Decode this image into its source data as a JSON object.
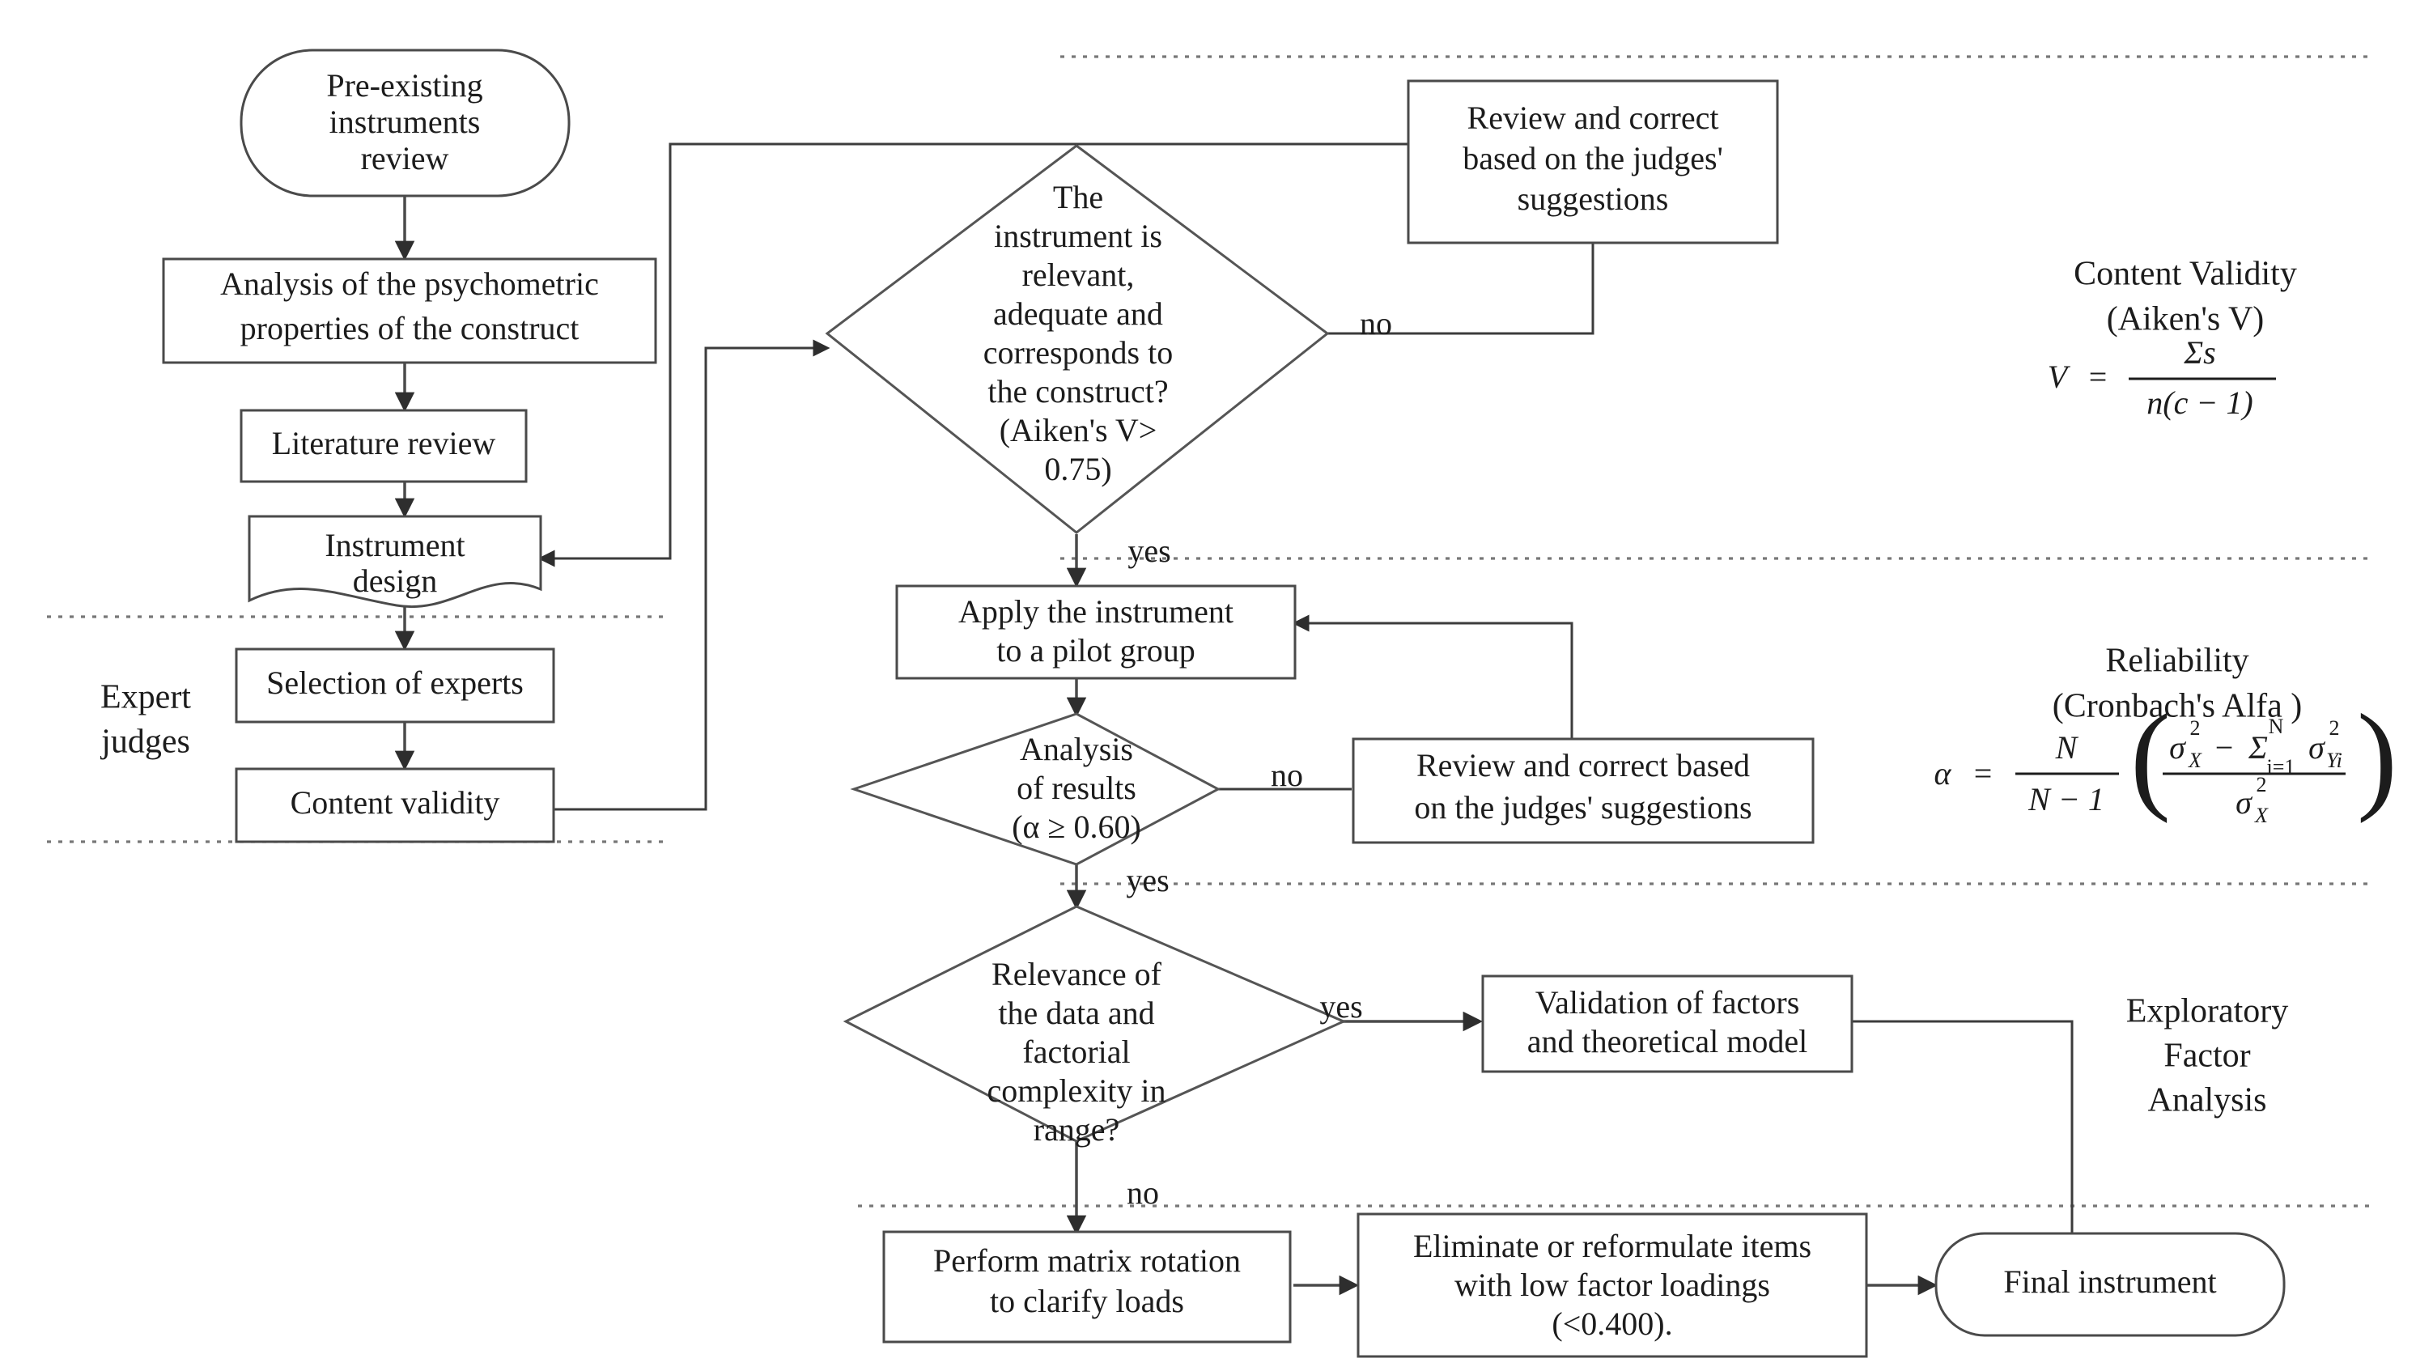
{
  "diagram": {
    "title": "Instrument validation process flowchart",
    "background_color": "#ffffff",
    "stroke_color": "#4a4a4a",
    "text_color": "#1c1c1c"
  },
  "nodes": {
    "pre_existing_review": {
      "shape": "stadium",
      "lines": [
        "Pre-existing",
        "instruments",
        "review"
      ]
    },
    "psychometric_analysis": {
      "shape": "rect",
      "lines": [
        "Analysis of the psychometric",
        "properties of the construct"
      ]
    },
    "literature_review": {
      "shape": "rect",
      "lines": [
        "Literature review"
      ]
    },
    "instrument_design": {
      "shape": "document",
      "lines": [
        "Instrument",
        "design"
      ]
    },
    "selection_of_experts": {
      "shape": "rect",
      "lines": [
        "Selection of experts"
      ]
    },
    "content_validity": {
      "shape": "rect",
      "lines": [
        "Content validity"
      ]
    },
    "decision_relevant": {
      "shape": "diamond",
      "lines": [
        "The",
        "instrument is",
        "relevant,",
        "adequate and",
        "corresponds to",
        "the construct?",
        "(Aiken's V>",
        "0.75)"
      ]
    },
    "review_correct_judges_top": {
      "shape": "rect",
      "lines": [
        "Review and correct",
        "based on the judges'",
        "suggestions"
      ]
    },
    "apply_pilot": {
      "shape": "rect",
      "lines": [
        "Apply the instrument",
        "to a pilot group"
      ]
    },
    "decision_results": {
      "shape": "diamond",
      "lines": [
        "Analysis",
        "of results",
        "(α ≥ 0.60)"
      ]
    },
    "review_correct_judges_mid": {
      "shape": "rect",
      "lines": [
        "Review and correct based",
        "on the judges' suggestions"
      ]
    },
    "decision_factorial": {
      "shape": "diamond",
      "lines": [
        "Relevance of",
        "the data and",
        "factorial",
        "complexity in",
        "range?"
      ]
    },
    "validation_factors": {
      "shape": "rect",
      "lines": [
        "Validation of factors",
        "and theoretical model"
      ]
    },
    "matrix_rotation": {
      "shape": "rect",
      "lines": [
        "Perform matrix rotation",
        "to clarify loads"
      ]
    },
    "eliminate_items": {
      "shape": "rect",
      "lines": [
        "Eliminate or reformulate items",
        "with low factor loadings",
        "(<0.400)."
      ]
    },
    "final_instrument": {
      "shape": "stadium",
      "lines": [
        "Final instrument"
      ]
    }
  },
  "edge_labels": {
    "no_top": "no",
    "yes_top": "yes",
    "no_mid": "no",
    "yes_mid": "yes",
    "yes_factor": "yes",
    "no_factor": "no"
  },
  "side_labels": {
    "expert_judges": [
      "Expert",
      "judges"
    ],
    "content_validity_heading": [
      "Content Validity",
      "(Aiken's V)"
    ],
    "reliability_heading": [
      "Reliability",
      "(Cronbach's Alfa )"
    ],
    "exploratory_factor_analysis": [
      "Exploratory",
      "Factor",
      "Analysis"
    ]
  },
  "formulas": {
    "aiken_v": {
      "lhs": "V",
      "equals": "=",
      "numerator": "Σs",
      "denominator": "n(c − 1)"
    },
    "cronbach_alpha": {
      "lhs": "α",
      "equals": "=",
      "frac1_num": "N",
      "frac1_den": "N − 1",
      "paren_open": "(",
      "paren_close": ")",
      "frac2_num_sigma_x": "σ",
      "frac2_num_sigma_x_sub": "X",
      "frac2_num_sigma_x_sup": "2",
      "frac2_num_minus": "−",
      "frac2_num_sum": "Σ",
      "frac2_num_sum_sup": "N",
      "frac2_num_sum_sub": "i=1",
      "frac2_num_sigma_y": "σ",
      "frac2_num_sigma_y_sub": "Yi",
      "frac2_num_sigma_y_sup": "2",
      "frac2_den_sigma": "σ",
      "frac2_den_sub": "X",
      "frac2_den_sup": "2"
    }
  }
}
